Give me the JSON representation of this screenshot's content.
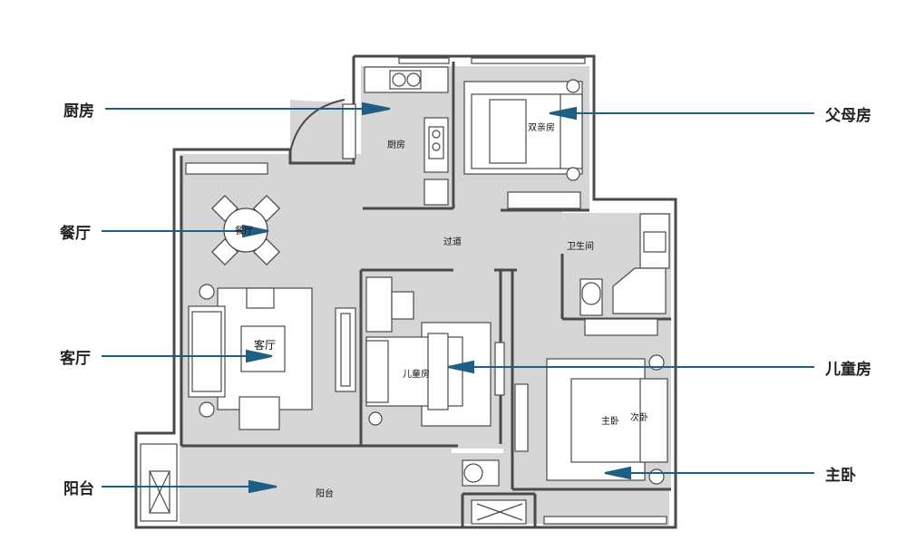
{
  "callouts": {
    "kitchen": "厨房",
    "dining": "餐厅",
    "living": "客厅",
    "balcony": "阳台",
    "parents": "父母房",
    "children": "儿童房",
    "master": "主卧"
  },
  "rooms": {
    "kitchen": "厨房",
    "parents": "双亲房",
    "dining": "餐厅",
    "corridor": "过道",
    "bathroom": "卫生间",
    "children": "儿童房",
    "living": "客厅",
    "master": "主卧",
    "second": "次卧",
    "balcony": "阳台"
  },
  "colors": {
    "wall": "#4a4a4a",
    "floor": "#d6d6d6",
    "arrow": "#1f5f86",
    "furniture": "#ffffff"
  }
}
